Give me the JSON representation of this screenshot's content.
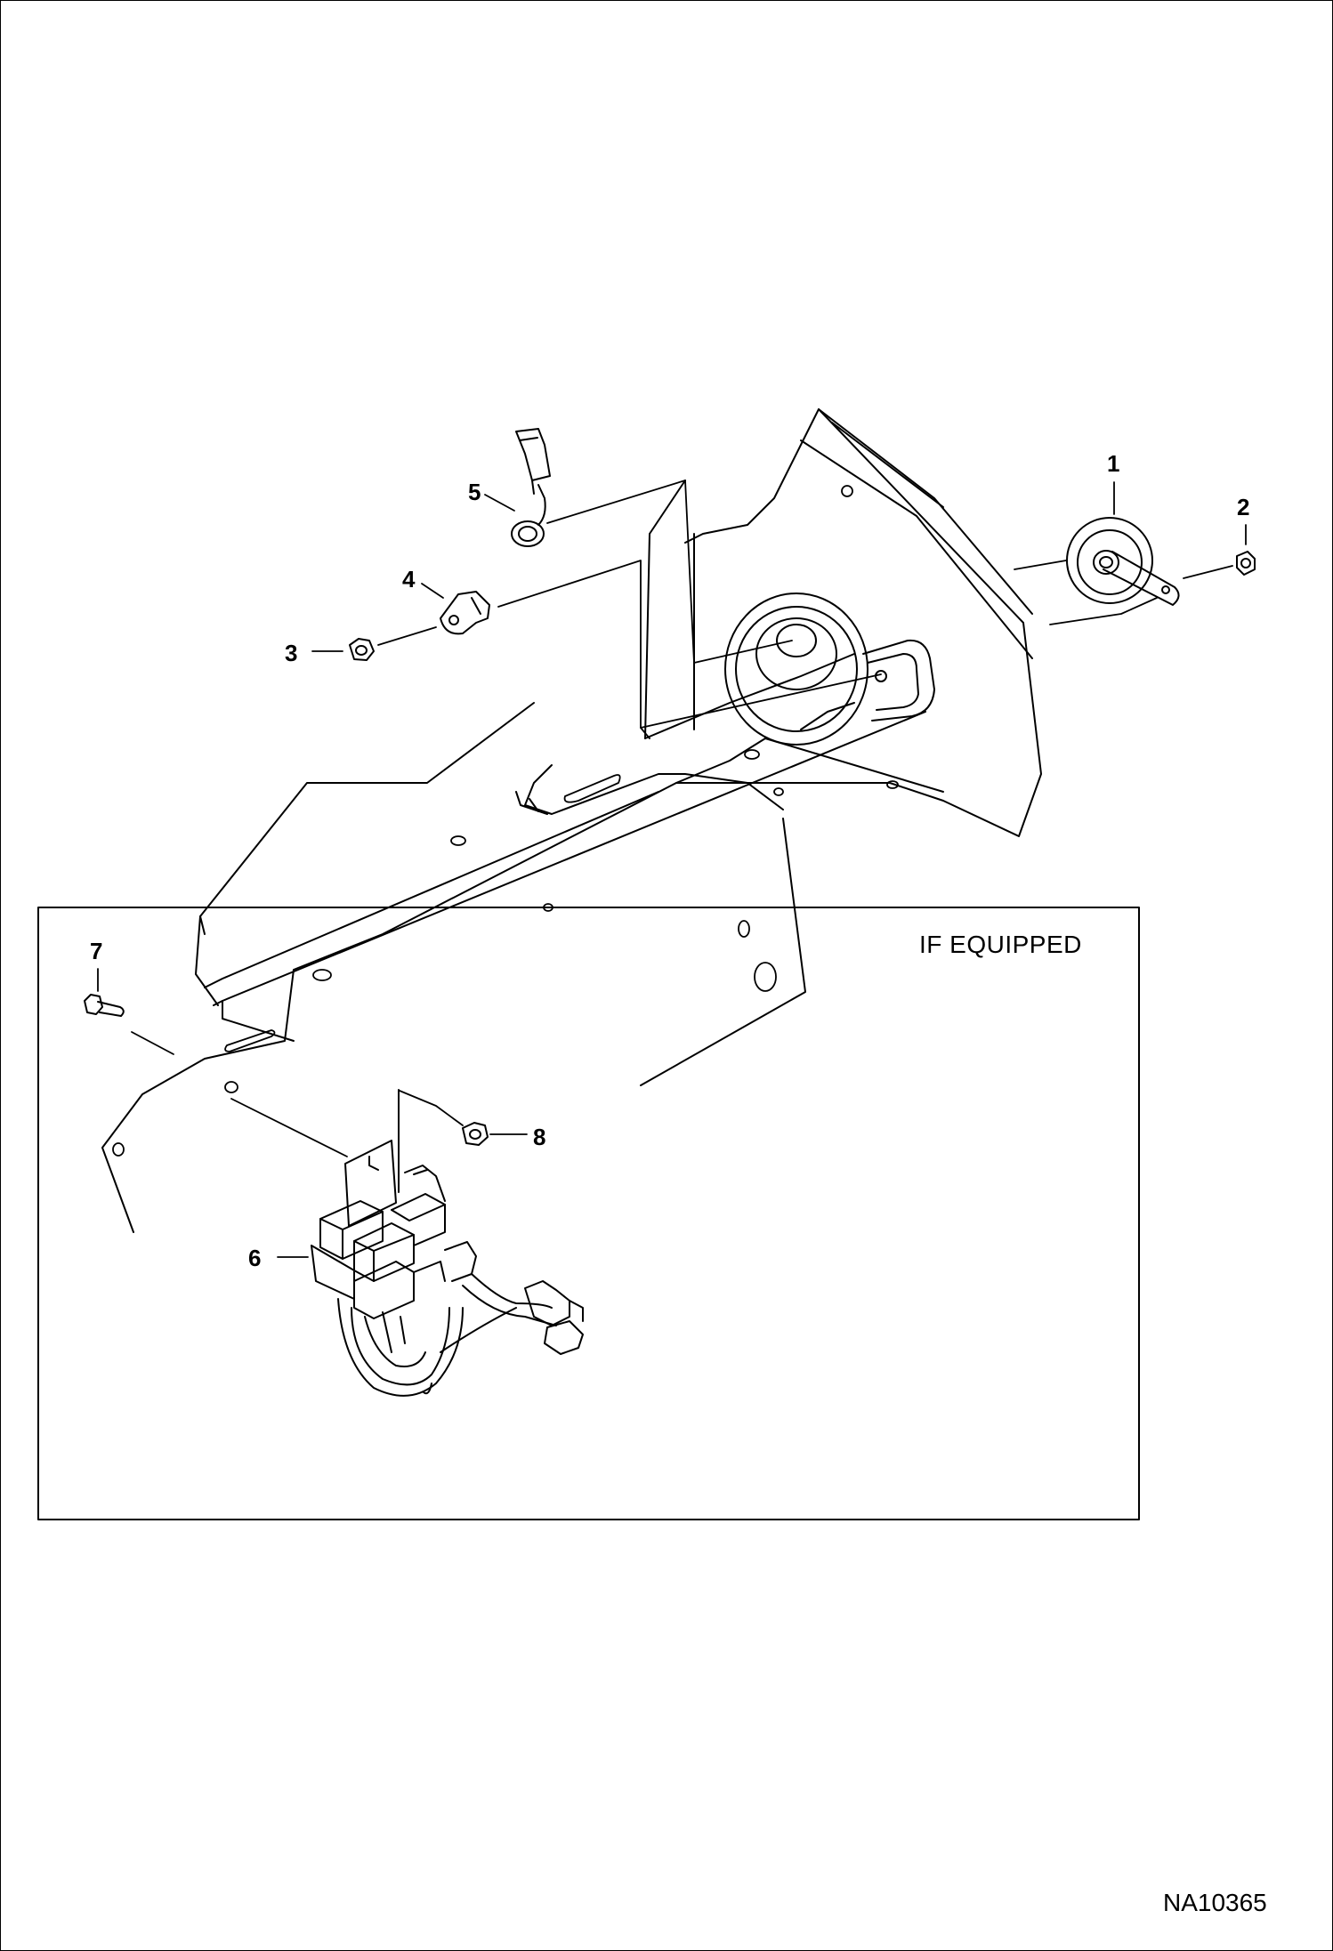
{
  "diagram": {
    "callouts": {
      "c1": "1",
      "c2": "2",
      "c3": "3",
      "c4": "4",
      "c5": "5",
      "c6": "6",
      "c7": "7",
      "c8": "8"
    },
    "optional_group_label": "IF EQUIPPED",
    "figure_id": "NA10365"
  }
}
